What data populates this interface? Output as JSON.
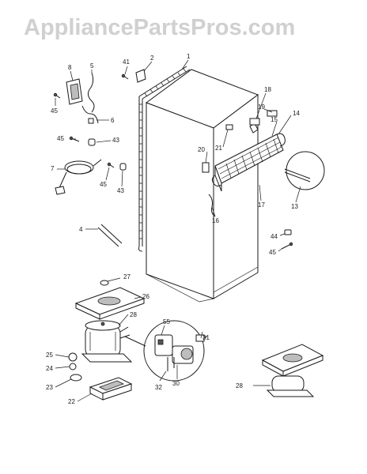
{
  "watermark": "AppliancePartsPros.com",
  "callouts": {
    "c1": "1",
    "c2": "2",
    "c4": "4",
    "c5": "5",
    "c6": "6",
    "c7": "7",
    "c8": "8",
    "c13": "13",
    "c14": "14",
    "c15": "15",
    "c16": "16",
    "c17": "17",
    "c18": "18",
    "c19": "19",
    "c20": "20",
    "c21": "21",
    "c22": "22",
    "c23": "23",
    "c24": "24",
    "c25": "25",
    "c26": "26",
    "c27": "27",
    "c28a": "28",
    "c28b": "28",
    "c30": "30",
    "c31": "31",
    "c32": "32",
    "c41": "41",
    "c43a": "43",
    "c43b": "43",
    "c44": "44",
    "c45a": "45",
    "c45b": "45",
    "c45c": "45",
    "c45d": "45",
    "c55": "55"
  }
}
